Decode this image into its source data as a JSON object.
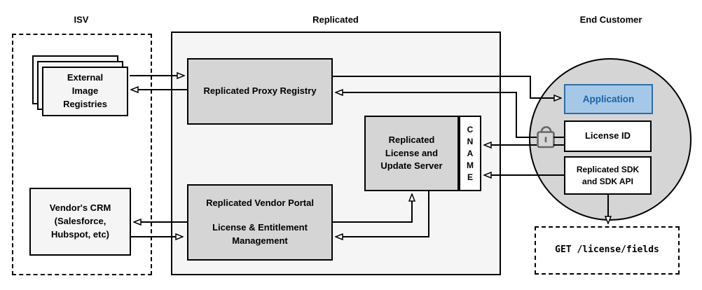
{
  "headers": {
    "isv": "ISV",
    "replicated": "Replicated",
    "end_customer": "End Customer"
  },
  "nodes": {
    "registries": {
      "label": "External\nImage\nRegistries"
    },
    "proxy": {
      "label": "Replicated Proxy Registry"
    },
    "license_server": {
      "label": "Replicated\nLicense and\nUpdate Server"
    },
    "cname": {
      "label": "C\nN\nA\nM\nE"
    },
    "vendor_portal": {
      "title": "Replicated Vendor Portal",
      "subtitle": "License & Entitlement\nManagement"
    },
    "crm": {
      "label": "Vendor's CRM\n(Salesforce,\nHubspot, etc)"
    },
    "application": {
      "label": "Application"
    },
    "license_id": {
      "label": "License ID"
    },
    "sdk": {
      "label": "Replicated SDK\nand SDK API"
    },
    "get_request": {
      "label": "GET /license/fields"
    }
  },
  "icons": {
    "lock": "open-padlock-icon"
  },
  "colors": {
    "container_fill": "#f5f5f5",
    "node_fill": "#d5d5d5",
    "line": "#000000",
    "app_fill": "#a6c8e8",
    "app_border": "#2d6ca8",
    "app_text": "#1a62a8",
    "lock": "#666666"
  }
}
